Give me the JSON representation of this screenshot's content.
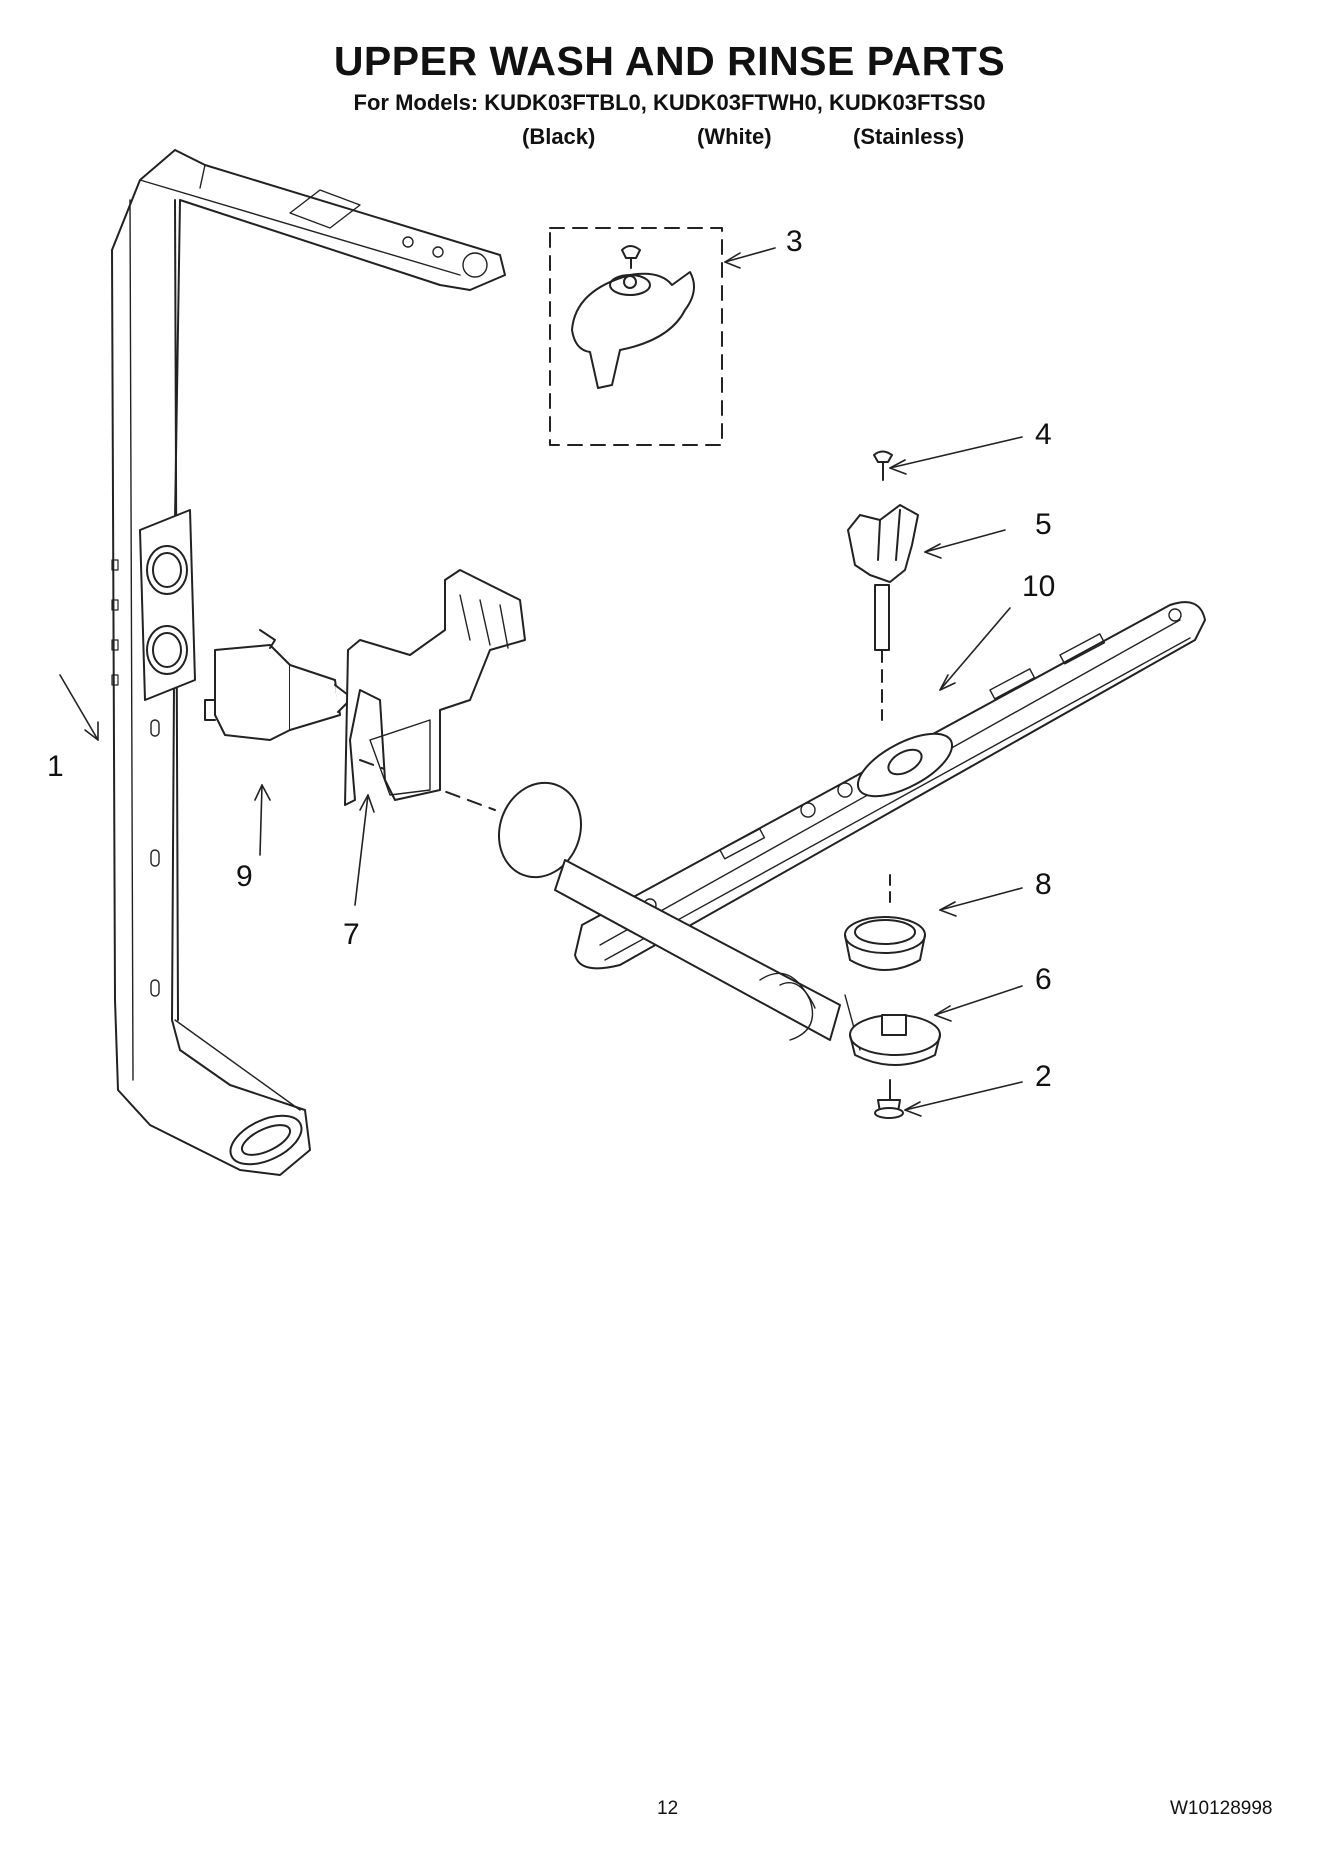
{
  "header": {
    "title": "UPPER WASH AND RINSE PARTS",
    "models": "For Models: KUDK03FTBL0, KUDK03FTWH0, KUDK03FTSS0",
    "finish_black": "(Black)",
    "finish_white": "(White)",
    "finish_stainless": "(Stainless)"
  },
  "callouts": {
    "c1": "1",
    "c2": "2",
    "c3": "3",
    "c4": "4",
    "c5": "5",
    "c6": "6",
    "c7": "7",
    "c8": "8",
    "c9": "9",
    "c10": "10"
  },
  "footer": {
    "page_number": "12",
    "doc_number": "W10128998"
  },
  "colors": {
    "line": "#222222",
    "fill": "#ffffff"
  }
}
